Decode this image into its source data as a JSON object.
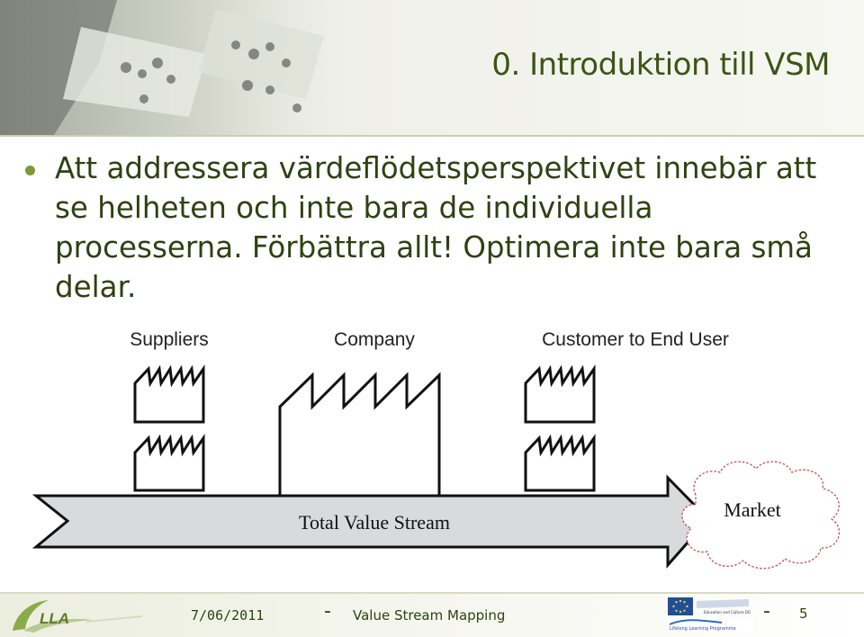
{
  "slide": {
    "title": "0. Introduktion till VSM",
    "bullet": "Att addressera värdeflödetsperspektivet innebär att se helheten och inte bara de individuella processerna. Förbättra allt! Optimera inte bara små delar."
  },
  "diagram": {
    "suppliers_label": "Suppliers",
    "company_label": "Company",
    "customer_label": "Customer to End User",
    "arrow_label": "Total Value Stream",
    "market_label": "Market"
  },
  "footer": {
    "logo_text": "LLA",
    "date": "7/06/2011",
    "separator": "-",
    "center_text": "Value Stream Mapping",
    "page_number": "5",
    "eu_logo_lines": [
      "Education and Culture DG",
      "Lifelong Learning Programme"
    ]
  },
  "colors": {
    "title": "#3c5516",
    "text": "#2e4212",
    "bullet": "#7a9a3a",
    "arrow_fill": "#d9dadc"
  }
}
